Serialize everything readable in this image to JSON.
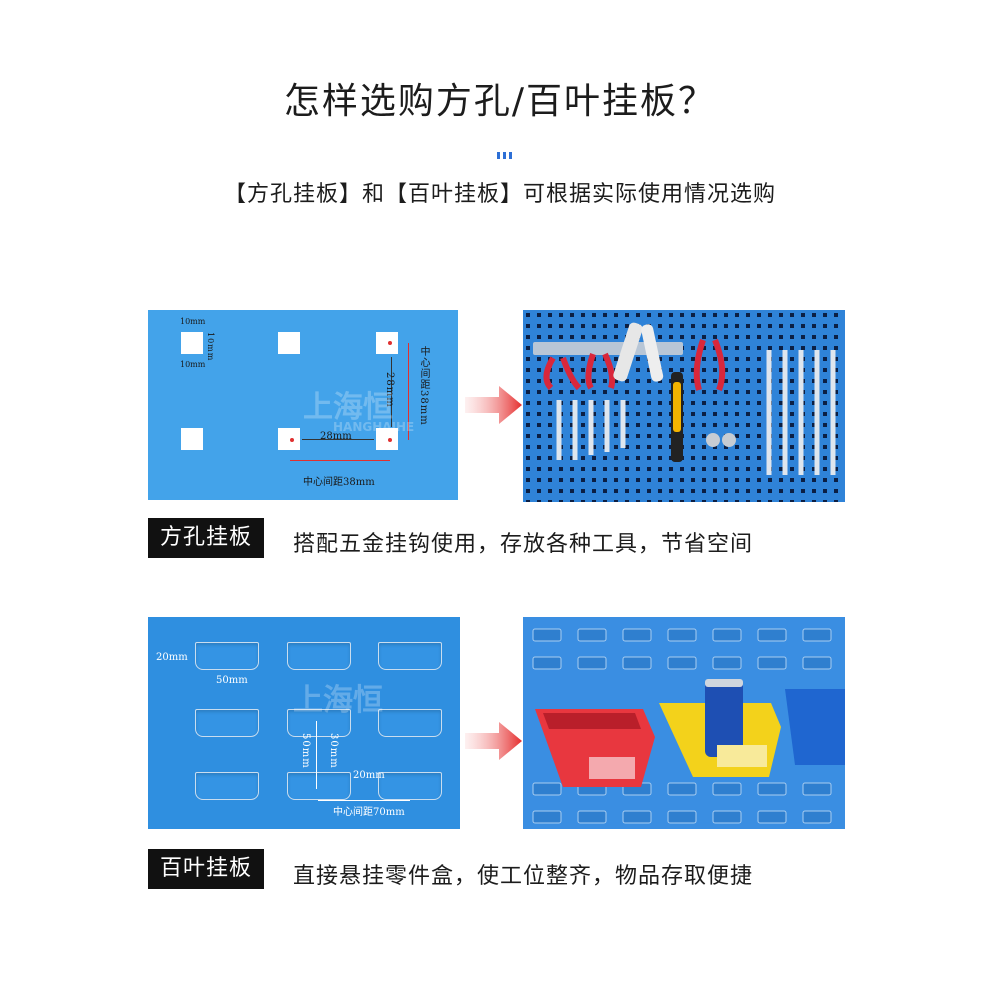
{
  "header": {
    "title": "怎样选购方孔/百叶挂板？",
    "subtitle": "【方孔挂板】和【百叶挂板】可根据实际使用情况选购"
  },
  "square_board": {
    "label": "方孔挂板",
    "description": "搭配五金挂钩使用，存放各种工具，节省空间",
    "dims": {
      "hole_w": "10mm",
      "hole_h": "10mm",
      "hole_h2": "10mm",
      "side_h2": "10mm",
      "gap_v": "28mm",
      "gap_h": "28mm",
      "center_v": "中心间距38mm",
      "center_h": "中心间距38mm"
    }
  },
  "louver_board": {
    "label": "百叶挂板",
    "description": "直接悬挂零件盒，使工位整齐，物品存取便捷",
    "dims": {
      "slot_h": "20mm",
      "slot_w": "50mm",
      "pitch_v": "50mm",
      "gap_v": "30mm",
      "gap_h": "20mm",
      "center_h": "中心间距70mm"
    }
  },
  "watermark": "上海恒",
  "watermark_en": "HANGHAIHE",
  "colors": {
    "panel_blue": "#3d9ee6",
    "arrow_red": "#e52d2d",
    "label_bg": "#111111",
    "bin_red": "#e8373f",
    "bin_yellow": "#f3d21b",
    "bin_blue": "#1f66d0"
  }
}
